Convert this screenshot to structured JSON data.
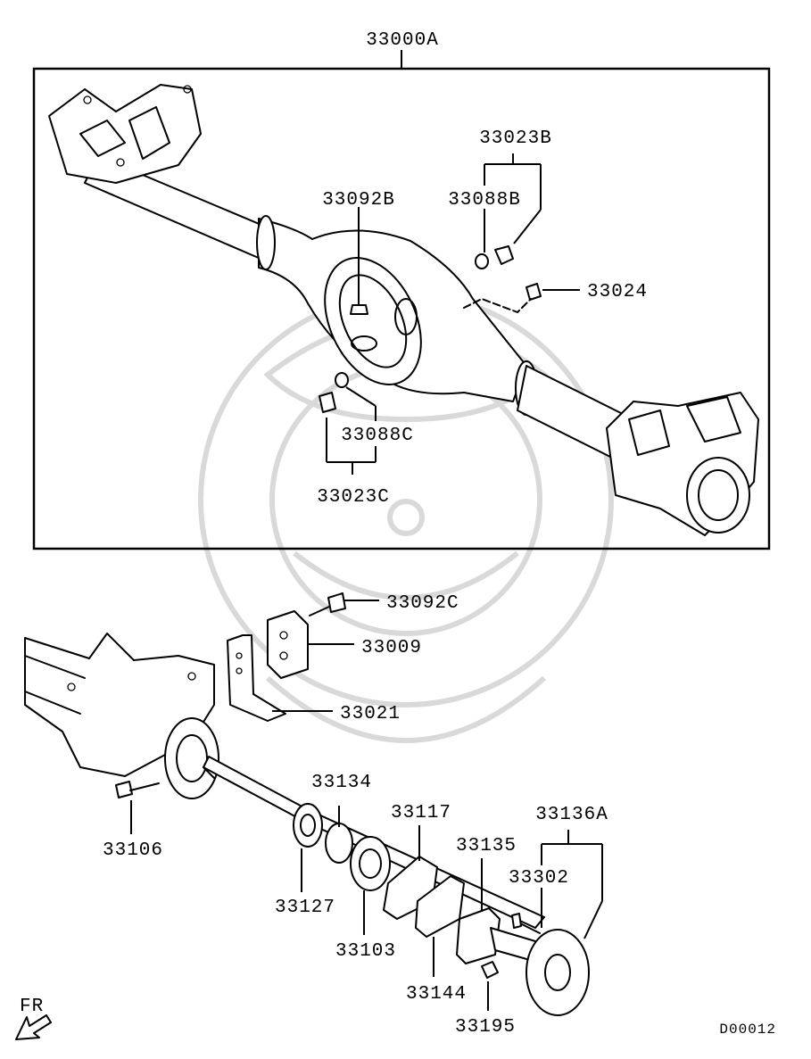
{
  "labels": {
    "assembly": "33000A",
    "bolt_set_b": "33023B",
    "gasket_b": "33088B",
    "stud_b": "33092B",
    "plug": "33024",
    "gasket_c": "33088C",
    "bolt_set_c": "33023C",
    "stud_c": "33092C",
    "bumper": "33009",
    "bracket": "33021",
    "seal_inner": "33134",
    "retainer_gasket": "33117",
    "hub_assembly": "33136A",
    "retainer": "33135",
    "hub_bolt": "33302",
    "bolt": "33106",
    "bearing": "33127",
    "bearing_outer": "33103",
    "plate": "33144",
    "nut": "33195"
  },
  "direction": "FR",
  "diagram_code": "D00012"
}
